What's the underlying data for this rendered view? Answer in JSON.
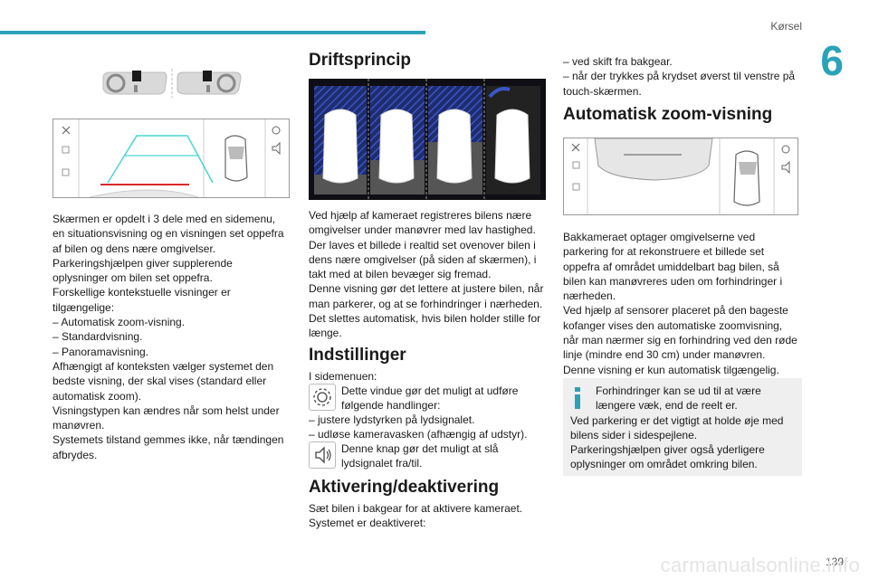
{
  "header": {
    "section": "Kørsel",
    "chapter": "6"
  },
  "footer": {
    "page_number": "139",
    "watermark": "carmanualsonline.info"
  },
  "col1": {
    "body": [
      "Skærmen er opdelt i 3 dele med en sidemenu,",
      "en situationsvisning og en visningen set oppefra",
      "af bilen og dens nære omgivelser.",
      "Parkeringshjælpen giver supplerende",
      "oplysninger om bilen set oppefra.",
      "Forskellige kontekstuelle visninger er",
      "tilgængelige:",
      "–  Automatisk zoom-visning.",
      "–  Standardvisning.",
      "–  Panoramavisning.",
      "Afhængigt af konteksten vælger systemet den",
      "bedste visning, der skal vises (standard eller",
      "automatisk zoom).",
      "Visningstypen kan ændres når som helst under",
      "manøvren.",
      "Systemets tilstand gemmes ikke, når tændingen",
      "afbrydes."
    ]
  },
  "col2": {
    "heading1": "Driftsprincip",
    "body1": [
      "Ved hjælp af kameraet registreres bilens nære",
      "omgivelser under manøvrer med lav hastighed.",
      "Der laves et billede i realtid set ovenover bilen i",
      "dens nære omgivelser (på siden af skærmen), i",
      "takt med at bilen bevæger sig fremad.",
      "Denne visning gør det lettere at justere bilen, når",
      "man parkerer, og at se forhindringer i nærheden.",
      "Det slettes automatisk, hvis bilen holder stille for",
      "længe."
    ],
    "heading2": "Indstillinger",
    "intro2": "I sidemenuen:",
    "gear_text": [
      "Dette vindue gør det muligt at udføre",
      "følgende handlinger:"
    ],
    "gear_items": [
      "–  justere lydstyrken på lydsignalet.",
      "–  udløse kameravasken (afhængig af udstyr)."
    ],
    "speaker_text": [
      "Denne knap gør det muligt at slå",
      "lydsignalet fra/til."
    ],
    "heading3": "Aktivering/deaktivering",
    "body3": [
      "Sæt bilen i bakgear for at aktivere kameraet.",
      "Systemet er deaktiveret:"
    ]
  },
  "col3": {
    "list": [
      "–  ved skift fra bakgear.",
      "–  når der trykkes på krydset øverst til venstre på",
      "touch-skærmen."
    ],
    "heading": "Automatisk zoom-visning",
    "body": [
      "Bakkameraet optager omgivelserne ved",
      "parkering for at rekonstruere et billede set",
      "oppefra af området umiddelbart bag bilen, så",
      "bilen kan manøvreres uden om forhindringer i",
      "nærheden.",
      "Ved hjælp af sensorer placeret på den bageste",
      "kofanger vises den automatiske zoomvisning,",
      "når man nærmer sig en forhindring ved den røde",
      "linje (mindre end 30 cm) under manøvren.",
      "Denne visning er kun automatisk tilgængelig."
    ],
    "note": [
      "Forhindringer kan se ud til at være",
      "længere væk, end de reelt er.",
      "Ved parkering er det vigtigt at holde øje med",
      "bilens sider i sidespejlene.",
      "Parkeringshjælpen giver også yderligere",
      "oplysninger om området omkring bilen."
    ]
  },
  "colors": {
    "accent": "#2aa3b8",
    "guide_line": "#49d6cf",
    "stop_line": "#d8282a",
    "hatch": "#2a3f9a"
  }
}
